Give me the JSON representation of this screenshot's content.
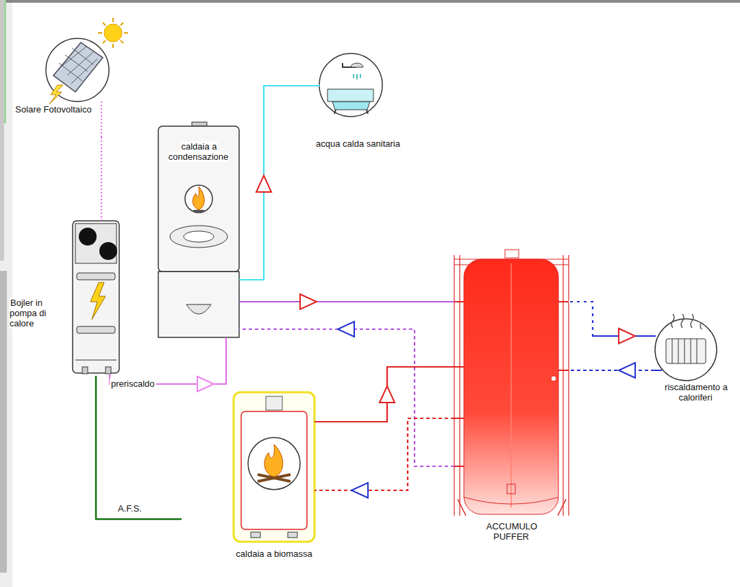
{
  "diagram": {
    "nodes": [
      {
        "text": [
          "Solare Fotovoltaico"
        ]
      },
      {
        "text": [
          "caldaia a condensazione"
        ]
      },
      {
        "text": [
          "acqua calda sanitaria"
        ]
      },
      {
        "text": [
          "Bojler in pompa di calore"
        ]
      },
      {
        "text": [
          "ACCUMULO PUFFER"
        ]
      },
      {
        "text": [
          "riscaldamento a caloriferi"
        ]
      },
      {
        "text": [
          "caldaia a biomassa"
        ]
      }
    ],
    "edges": [
      {
        "from": 0,
        "to": 3,
        "arrow": "none"
      },
      {
        "from": 3,
        "to": 1,
        "label": "preriscaldo",
        "arrow": "to"
      },
      {
        "from": 1,
        "to": 2,
        "arrow": "to"
      },
      {
        "from": 1,
        "to": 4,
        "arrow": "to"
      },
      {
        "from": 4,
        "to": 1,
        "arrow": "to"
      },
      {
        "from": 4,
        "to": 5,
        "arrow": "to"
      },
      {
        "from": 5,
        "to": 4,
        "arrow": "to"
      },
      {
        "from": 6,
        "to": 4,
        "arrow": "to"
      },
      {
        "from": 4,
        "to": 6,
        "arrow": "to"
      }
    ],
    "labels": [
      "A.F.S."
    ]
  }
}
